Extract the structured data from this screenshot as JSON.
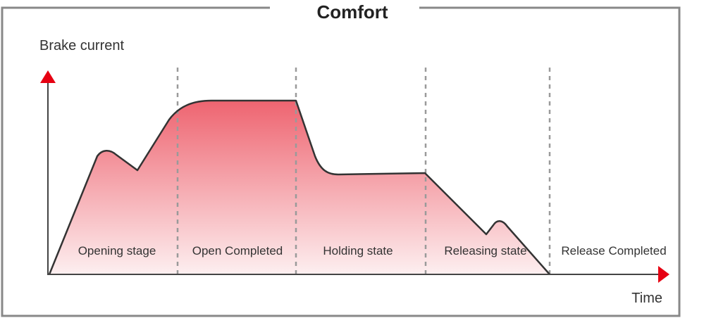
{
  "title": "Comfort",
  "y_axis_label": "Brake current",
  "x_axis_label": "Time",
  "stages": [
    "Opening stage",
    "Open Completed",
    "Holding state",
    "Releasing state",
    "Release Completed"
  ],
  "colors": {
    "frame": "#888888",
    "axis": "#444444",
    "arrow": "#e60012",
    "curve": "#333333",
    "fill_top": "#ee6470",
    "fill_bottom": "#fdeff0",
    "divider": "#9a9a9a"
  }
}
